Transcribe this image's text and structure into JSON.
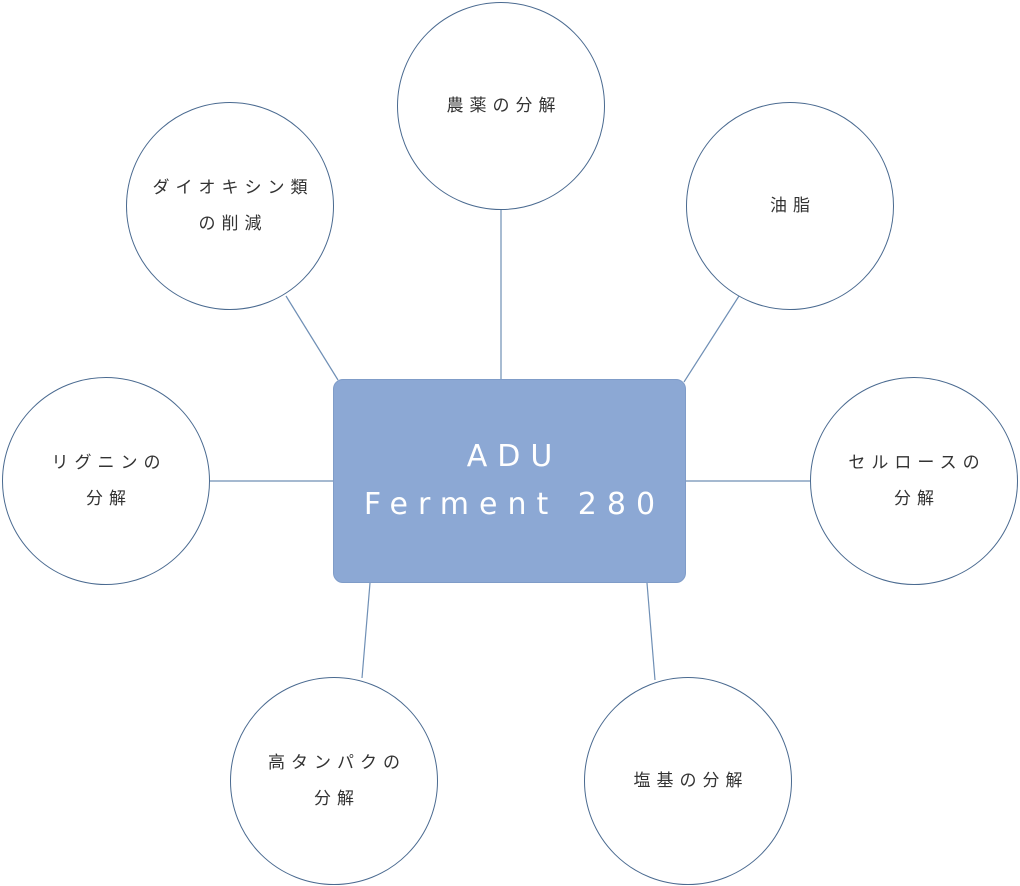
{
  "center": {
    "lines": [
      "ADU",
      "Ferment 280"
    ]
  },
  "nodes": [
    {
      "id": "pesticide",
      "lines": [
        "農薬の分解"
      ]
    },
    {
      "id": "dioxin",
      "lines": [
        "ダイオキシン類",
        "の削減"
      ]
    },
    {
      "id": "oil",
      "lines": [
        "油脂"
      ]
    },
    {
      "id": "lignin",
      "lines": [
        "リグニンの",
        "分解"
      ]
    },
    {
      "id": "cellulose",
      "lines": [
        "セルロースの",
        "分解"
      ]
    },
    {
      "id": "protein",
      "lines": [
        "高タンパクの",
        "分解"
      ]
    },
    {
      "id": "salt",
      "lines": [
        "塩基の分解"
      ]
    }
  ],
  "colors": {
    "hub_fill": "#8ca8d4",
    "circle_stroke": "#4a6a90",
    "connector": "#6f8fb5",
    "text": "#333333"
  }
}
